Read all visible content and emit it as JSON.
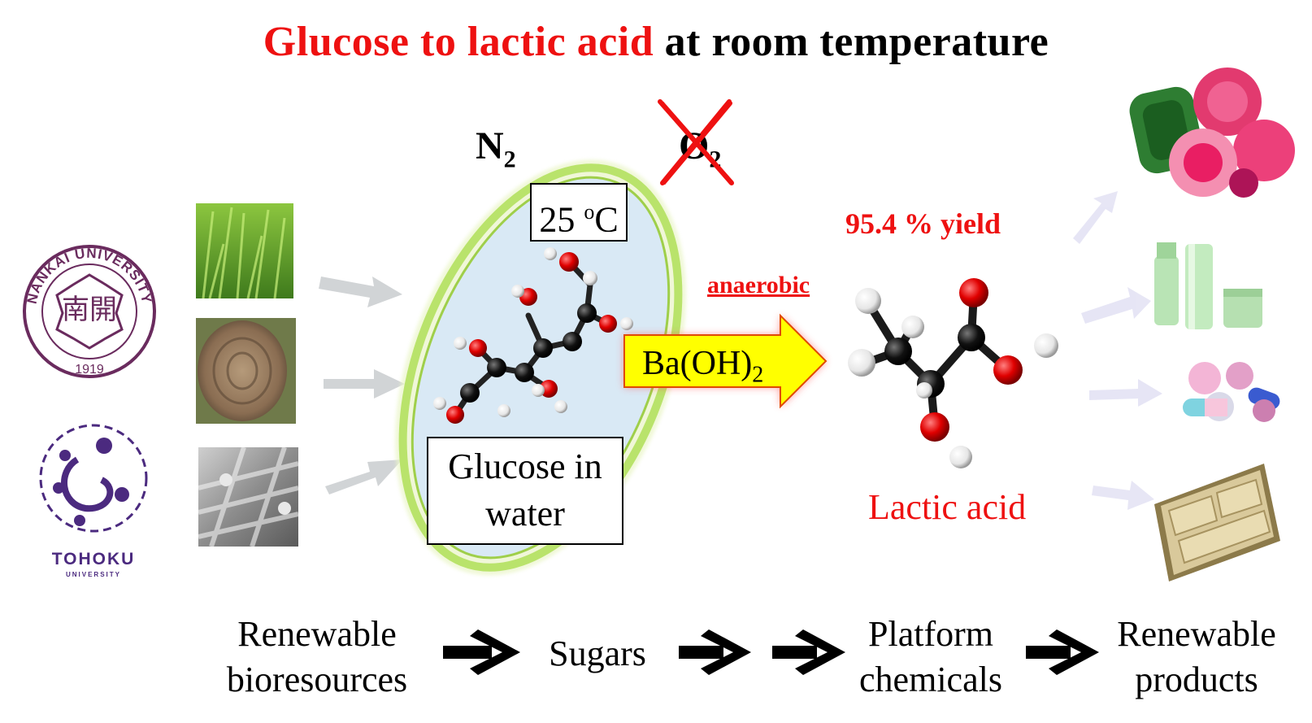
{
  "title": {
    "highlight": "Glucose to lactic acid",
    "rest": " at room temperature"
  },
  "reaction": {
    "atmosphere": "N",
    "atmosphere_sub": "2",
    "excluded_gas": "O",
    "excluded_gas_sub": "2",
    "temperature": "25 ",
    "temperature_sup": "o",
    "temperature_unit": "C",
    "substrate_line1": "Glucose in",
    "substrate_line2": "water",
    "condition": "anaerobic",
    "reagent": "Ba(OH)",
    "reagent_sub": "2",
    "yield": "95.4 % yield",
    "product": "Lactic acid"
  },
  "logos": {
    "nankai_text": "NANKAI UNIVERSITY",
    "nankai_year": "1919",
    "tohoku_name": "TOHOKU",
    "tohoku_sub": "UNIVERSITY"
  },
  "flow": {
    "step1_line1": "Renewable",
    "step1_line2": "bioresources",
    "step2": "Sugars",
    "step3_line1": "Platform",
    "step3_line2": "chemicals",
    "step4_line1": "Renewable",
    "step4_line2": "products"
  },
  "colors": {
    "highlight_red": "#ee1111",
    "arrow_yellow": "#ffff00",
    "arrow_glow": "#ff3b3b",
    "ellipse_outline": "#b9e36b",
    "ellipse_fill": "#d9e9f5",
    "logo_purple": "#6a2b5e",
    "tohoku_purple": "#4b2a7f"
  }
}
